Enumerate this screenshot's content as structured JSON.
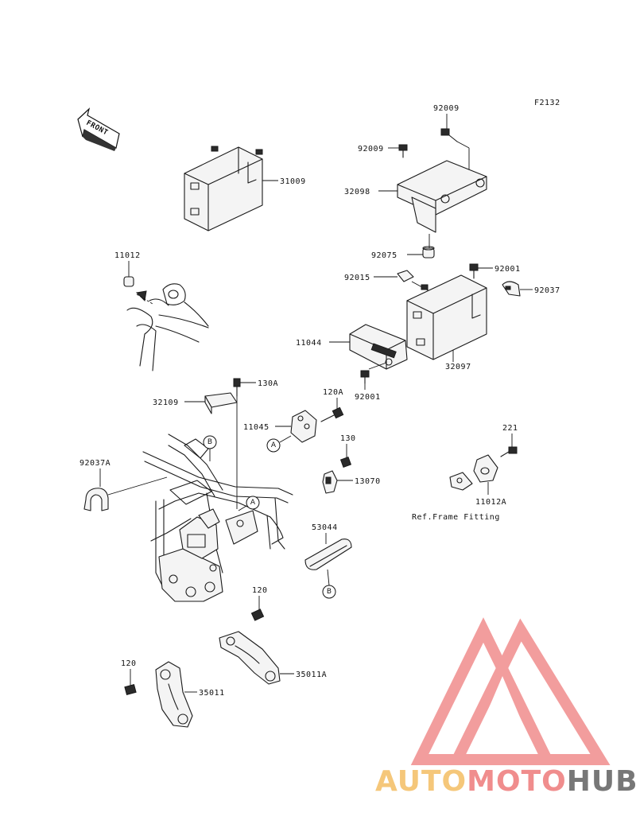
{
  "diagram": {
    "code": "F2132",
    "front_label": "FRONT",
    "ref_note": "Ref.Frame Fitting",
    "circle_markers": {
      "a": "A",
      "b": "B"
    },
    "parts": {
      "p31009": "31009",
      "p92009a": "92009",
      "p92009b": "92009",
      "p32098": "32098",
      "p92075": "92075",
      "p92001a": "92001",
      "p92015": "92015",
      "p92037": "92037",
      "p11012": "11012",
      "p11044": "11044",
      "p32097": "32097",
      "p92001b": "92001",
      "p130a": "130A",
      "p120a": "120A",
      "p32109": "32109",
      "p11045": "11045",
      "p221": "221",
      "p130": "130",
      "p92037a": "92037A",
      "p13070": "13070",
      "p11012a": "11012A",
      "p53044": "53044",
      "p120b": "120",
      "p35011a": "35011A",
      "p120c": "120",
      "p35011": "35011"
    }
  },
  "watermark": {
    "brand_part1": "AUTO",
    "brand_part2": "MOTO",
    "brand_part3": "HUB",
    "colors": {
      "auto": "#f5c77a",
      "moto": "#f08d8d",
      "hub": "#777777",
      "triangle": "#f08d8d"
    }
  }
}
